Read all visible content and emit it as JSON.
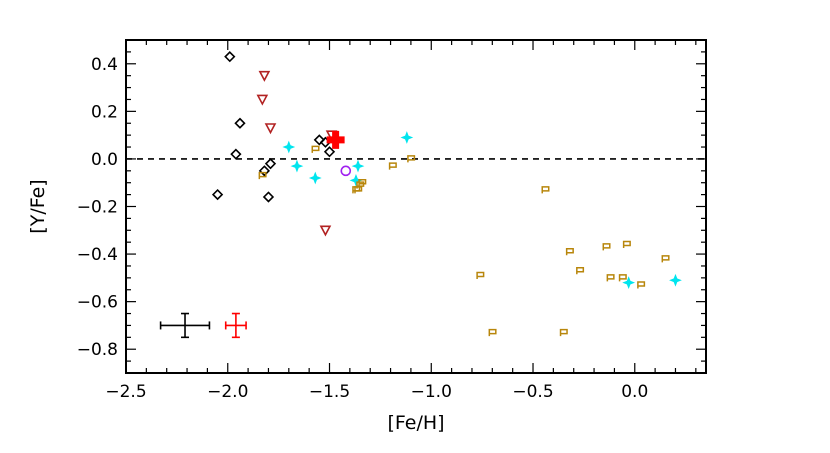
{
  "chart_data": {
    "type": "scatter",
    "xlabel": "[Fe/H]",
    "ylabel": "[Y/Fe]",
    "xlim": [
      -2.5,
      0.35
    ],
    "ylim": [
      -0.9,
      0.5
    ],
    "xticks": [
      -2.5,
      -2.0,
      -1.5,
      -1.0,
      -0.5,
      0.0
    ],
    "xtick_labels": [
      "−2.5",
      "−2.0",
      "−1.5",
      "−1.0",
      "−0.5",
      "0.0"
    ],
    "yticks": [
      -0.8,
      -0.6,
      -0.4,
      -0.2,
      0.0,
      0.2,
      0.4
    ],
    "ytick_labels": [
      "−0.8",
      "−0.6",
      "−0.4",
      "−0.2",
      "0.0",
      "0.2",
      "0.4"
    ],
    "reference_line": {
      "y": 0.0,
      "style": "dashed"
    },
    "grid": false,
    "legend": false,
    "series": [
      {
        "marker": "diamond",
        "color": "#000000",
        "points": [
          [
            -1.99,
            0.43
          ],
          [
            -1.94,
            0.15
          ],
          [
            -1.96,
            0.02
          ],
          [
            -1.79,
            -0.02
          ],
          [
            -1.82,
            -0.05
          ],
          [
            -2.05,
            -0.15
          ],
          [
            -1.8,
            -0.16
          ],
          [
            -1.55,
            0.08
          ],
          [
            -1.52,
            0.07
          ],
          [
            -1.5,
            0.03
          ]
        ]
      },
      {
        "marker": "triangle-down",
        "color": "#b22222",
        "points": [
          [
            -1.82,
            0.35
          ],
          [
            -1.83,
            0.25
          ],
          [
            -1.79,
            0.13
          ],
          [
            -1.49,
            0.1
          ],
          [
            -1.52,
            -0.3
          ]
        ]
      },
      {
        "marker": "star",
        "color": "#00e5ee",
        "points": [
          [
            -1.7,
            0.05
          ],
          [
            -1.66,
            -0.03
          ],
          [
            -1.57,
            -0.08
          ],
          [
            -1.36,
            -0.03
          ],
          [
            -1.37,
            -0.09
          ],
          [
            -1.12,
            0.09
          ],
          [
            -0.03,
            -0.52
          ],
          [
            0.2,
            -0.51
          ]
        ]
      },
      {
        "marker": "flag",
        "color": "#b8860b",
        "points": [
          [
            -1.83,
            -0.07
          ],
          [
            -1.57,
            0.04
          ],
          [
            -1.37,
            -0.13
          ],
          [
            -1.36,
            -0.13
          ],
          [
            -1.35,
            -0.11
          ],
          [
            -1.34,
            -0.1
          ],
          [
            -1.19,
            -0.03
          ],
          [
            -1.1,
            0.0
          ],
          [
            -0.76,
            -0.49
          ],
          [
            -0.7,
            -0.73
          ],
          [
            -0.44,
            -0.13
          ],
          [
            -0.35,
            -0.73
          ],
          [
            -0.32,
            -0.39
          ],
          [
            -0.27,
            -0.47
          ],
          [
            -0.14,
            -0.37
          ],
          [
            -0.12,
            -0.5
          ],
          [
            -0.06,
            -0.5
          ],
          [
            -0.04,
            -0.36
          ],
          [
            0.03,
            -0.53
          ],
          [
            0.15,
            -0.42
          ]
        ]
      },
      {
        "marker": "circle",
        "color": "#a020f0",
        "points": [
          [
            -1.42,
            -0.05
          ]
        ]
      },
      {
        "marker": "cross-bold",
        "color": "#ff0000",
        "points": [
          [
            -1.47,
            0.08
          ]
        ]
      }
    ],
    "error_bars": [
      {
        "x": -2.21,
        "y": -0.7,
        "xerr": 0.12,
        "yerr": 0.05,
        "color": "#000000"
      },
      {
        "x": -1.96,
        "y": -0.7,
        "xerr": 0.05,
        "yerr": 0.05,
        "color": "#ff0000"
      }
    ]
  }
}
